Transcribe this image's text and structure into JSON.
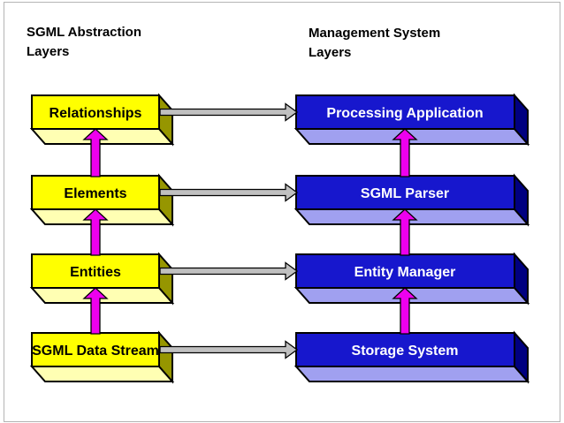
{
  "diagram": {
    "left_column": {
      "header_line1": "SGML Abstraction",
      "header_line2": "Layers",
      "boxes": [
        "Relationships",
        "Elements",
        "Entities",
        "SGML Data Stream"
      ]
    },
    "right_column": {
      "header_line1": "Management System",
      "header_line2": "Layers",
      "boxes": [
        "Processing Application",
        "SGML Parser",
        "Entity Manager",
        "Storage System"
      ]
    },
    "colors": {
      "yellow_front": "#FFFF00",
      "yellow_bottom": "#FFFFB3",
      "yellow_side": "#969600",
      "blue_front": "#1717CD",
      "blue_bottom": "#A0A0F0",
      "blue_side": "#000080",
      "connector_gray": "#C0C0C0",
      "connector_magenta": "#EE00EE",
      "frame": "#B4B4B4"
    }
  }
}
